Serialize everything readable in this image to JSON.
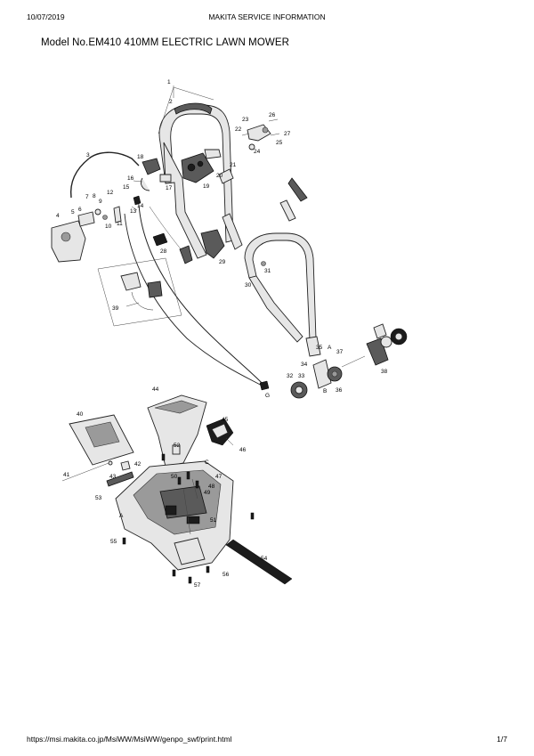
{
  "header": {
    "date": "10/07/2019",
    "title": "MAKITA SERVICE INFORMATION"
  },
  "page_title": "Model No.EM410 410MM ELECTRIC LAWN MOWER",
  "footer": {
    "url": "https://msi.makita.co.jp/MsiWW/MsiWW/genpo_swf/print.html",
    "page": "1/7"
  },
  "callouts": [
    "1",
    "2",
    "3",
    "4",
    "5",
    "6",
    "7",
    "8",
    "9",
    "10",
    "11",
    "12",
    "13",
    "14",
    "15",
    "16",
    "17",
    "18",
    "19",
    "20",
    "21",
    "22",
    "23",
    "24",
    "25",
    "26",
    "27",
    "28",
    "29",
    "30",
    "31",
    "32",
    "33",
    "34",
    "35",
    "36",
    "37",
    "38",
    "39",
    "40",
    "41",
    "42",
    "43",
    "44",
    "45",
    "46",
    "47",
    "48",
    "49",
    "50",
    "51",
    "52",
    "53",
    "54",
    "55",
    "56",
    "57",
    "A",
    "B",
    "C",
    "G"
  ]
}
